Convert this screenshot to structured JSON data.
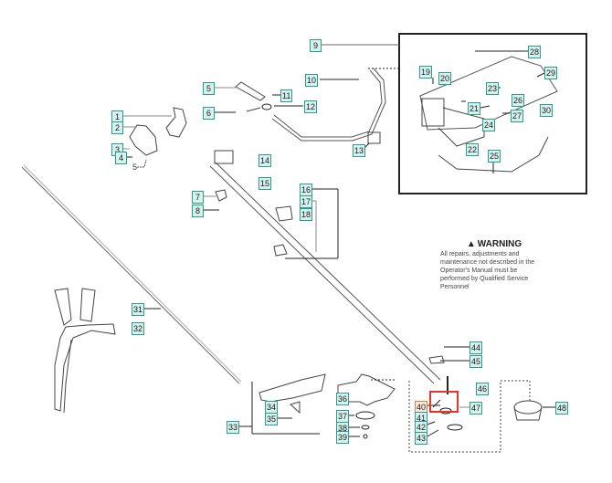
{
  "diagram": {
    "title": "Parts diagram",
    "selected_part": "40",
    "colors": {
      "label_border": "#2a9d8f",
      "label_fill": "#d7f1ee",
      "selected_label_border": "#e07b3a",
      "selection_box": "#e8322b"
    },
    "labels": {
      "p1": "1",
      "p2": "2",
      "p3": "3",
      "p4": "4",
      "p5": "5",
      "p6": "6",
      "p7": "7",
      "p8": "8",
      "p9": "9",
      "p10": "10",
      "p11": "11",
      "p12": "12",
      "p13": "13",
      "p14": "14",
      "p15": "15",
      "p16": "16",
      "p17": "17",
      "p18": "18",
      "p19": "19",
      "p20": "20",
      "p21": "21",
      "p22": "22",
      "p23": "23",
      "p24": "24",
      "p25": "25",
      "p26": "26",
      "p27": "27",
      "p28": "28",
      "p29": "29",
      "p30": "30",
      "p31": "31",
      "p32": "32",
      "p33": "33",
      "p34": "34",
      "p35": "35",
      "p36": "36",
      "p37": "37",
      "p38": "38",
      "p39": "39",
      "p40": "40",
      "p41": "41",
      "p42": "42",
      "p43": "43",
      "p44": "44",
      "p45": "45",
      "p46": "46",
      "p47": "47",
      "p48": "48"
    },
    "plain_labels": {
      "p5b": "5"
    },
    "warning": {
      "icon": "warning-triangle-icon",
      "title": "WARNING",
      "text": "All repairs, adjustments and maintenance not described in the Operator's Manual must be performed by Qualified Service Personnel"
    }
  }
}
